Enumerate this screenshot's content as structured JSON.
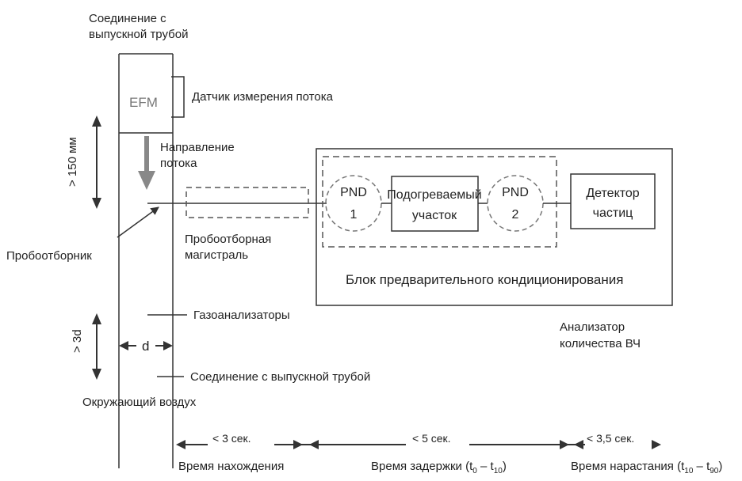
{
  "diagram": {
    "labels": {
      "top_connection_line1": "Соединение с",
      "top_connection_line2": "выпускной трубой",
      "efm": "EFM",
      "flow_sensor": "Датчик измерения потока",
      "flow_direction_line1": "Направление",
      "flow_direction_line2": "потока",
      "length_150": "> 150 мм",
      "probe": "Пробоотборник",
      "sampling_line_line1": "Пробоотборная",
      "sampling_line_line2": "магистраль",
      "gas_analyzers": "Газоанализаторы",
      "length_3d": "> 3d",
      "d": "d",
      "bottom_connection": "Соединение с выпускной трубой",
      "ambient_air": "Окружающий воздух",
      "pnd": "PND",
      "pnd1_num": "1",
      "pnd2_num": "2",
      "heated_section_line1": "Подогреваемый",
      "heated_section_line2": "участок",
      "detector_line1": "Детектор",
      "detector_line2": "частиц",
      "preconditioning_block": "Блок предварительного кондиционирования",
      "analyzer_line1": "Анализатор",
      "analyzer_line2": "количества ВЧ"
    },
    "timeline": {
      "residence_limit": "< 3 сек.",
      "delay_limit": "< 5 сек.",
      "rise_limit": "< 3,5 сек.",
      "residence_label": "Время нахождения",
      "delay_label_prefix": "Время задержки (t",
      "delay_sub_a": "0",
      "delay_mid": " – t",
      "delay_sub_b": "10",
      "delay_suffix": ")",
      "rise_label_prefix": "Время нарастания (t",
      "rise_sub_a": "10",
      "rise_mid": " – t",
      "rise_sub_b": "90",
      "rise_suffix": ")"
    }
  }
}
